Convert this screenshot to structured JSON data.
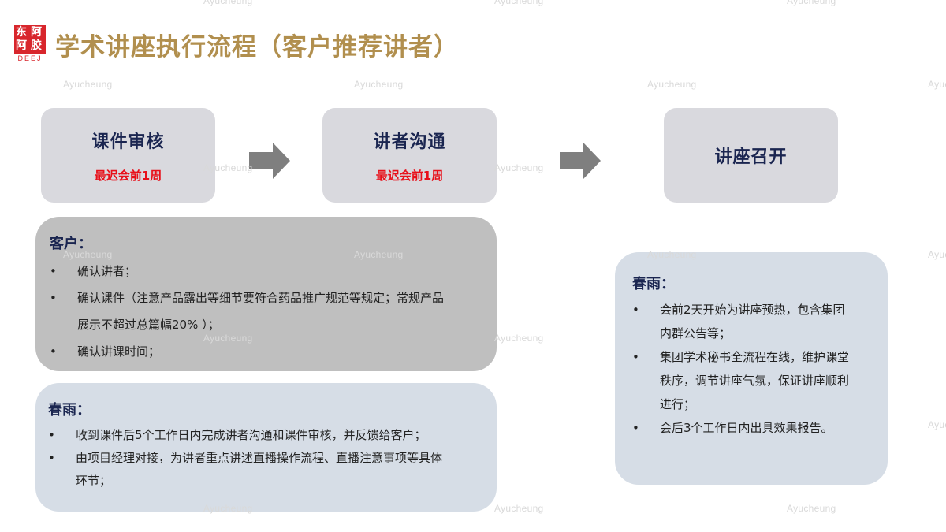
{
  "header": {
    "logo": {
      "seal_chars": [
        "东",
        "阿",
        "阿",
        "胶"
      ],
      "brand_text": "DEEJ",
      "color": "#d8262c"
    },
    "title": "学术讲座执行流程（客户推荐讲者）",
    "title_color": "#b18f4e"
  },
  "flow": {
    "steps": [
      {
        "name": "课件审核",
        "due": "最迟会前1周"
      },
      {
        "name": "讲者沟通",
        "due": "最迟会前1周"
      },
      {
        "name": "讲座召开",
        "due": null
      }
    ],
    "arrow_icon": "right-arrow-icon",
    "step_bg": "#d9d9de",
    "due_color": "#e8101a"
  },
  "cards": {
    "client": {
      "heading": "客户：",
      "bullet": "•",
      "items": [
        "确认讲者；",
        "确认课件（注意产品露出等细节要符合药品推广规范等规定；常规产品",
        "展示不超过总篇幅20% ）；",
        "确认讲课时间；"
      ]
    },
    "chunyu_prep": {
      "heading": "春雨：",
      "bullet": "•",
      "items": [
        "收到课件后5个工作日内完成讲者沟通和课件审核，并反馈给客户；",
        "由项目经理对接，为讲者重点讲述直播操作流程、直播注意事项等具体",
        "环节；"
      ]
    },
    "chunyu_event": {
      "heading": "春雨：",
      "bullet": "•",
      "items": [
        "会前2天开始为讲座预热，包含集团",
        "内群公告等；",
        "集团学术秘书全流程在线，维护课堂",
        "秩序，调节讲座气氛，保证讲座顺利",
        "进行；",
        "会后3个工作日内出具效果报告。"
      ]
    }
  },
  "watermark": {
    "text": "Ayucheung"
  }
}
